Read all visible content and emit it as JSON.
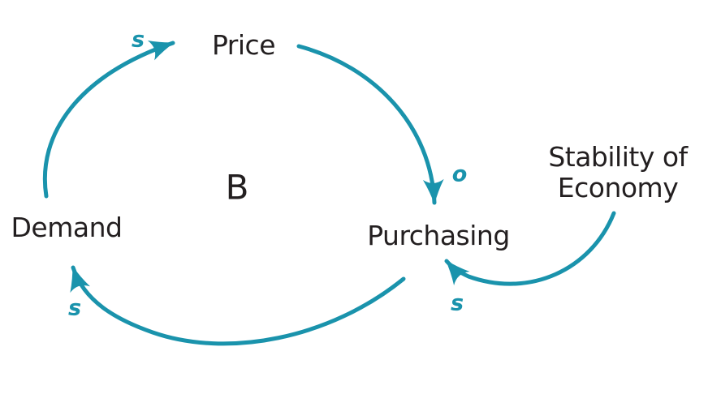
{
  "colors": {
    "arrow": "#1A93AC",
    "text": "#231F20",
    "background": "#FFFFFF"
  },
  "diagram": {
    "type": "causal-loop-diagram",
    "loop_marker": {
      "label": "B"
    },
    "nodes": {
      "price": {
        "label": "Price"
      },
      "demand": {
        "label": "Demand"
      },
      "purchasing": {
        "label": "Purchasing"
      },
      "stability": {
        "label": "Stability of Economy",
        "line1": "Stability of",
        "line2": "Economy"
      }
    },
    "edges": {
      "demand_to_price": {
        "from": "Demand",
        "to": "Price",
        "polarity": "s"
      },
      "price_to_purchasing": {
        "from": "Price",
        "to": "Purchasing",
        "polarity": "o"
      },
      "stability_to_purchasing": {
        "from": "Stability of Economy",
        "to": "Purchasing",
        "polarity": "s"
      },
      "purchasing_to_demand": {
        "from": "Purchasing",
        "to": "Demand",
        "polarity": "s"
      }
    }
  }
}
